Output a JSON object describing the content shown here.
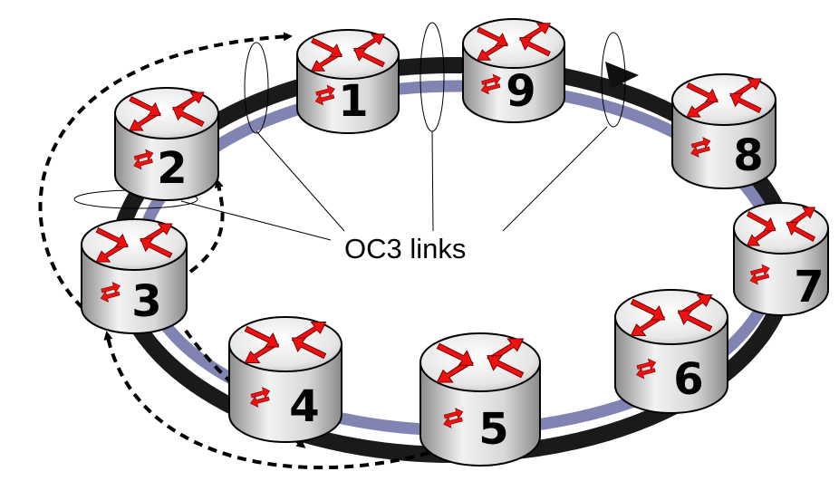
{
  "callout": {
    "label": "OC3 links"
  },
  "routers": [
    {
      "id": "1",
      "label": "1"
    },
    {
      "id": "2",
      "label": "2"
    },
    {
      "id": "3",
      "label": "3"
    },
    {
      "id": "4",
      "label": "4"
    },
    {
      "id": "5",
      "label": "5"
    },
    {
      "id": "6",
      "label": "6"
    },
    {
      "id": "7",
      "label": "7"
    },
    {
      "id": "8",
      "label": "8"
    },
    {
      "id": "9",
      "label": "9"
    }
  ],
  "rings": [
    {
      "name": "outer-ring",
      "color": "#1a1a1a"
    },
    {
      "name": "inner-ring",
      "color": "#6b6ea6"
    }
  ],
  "colors": {
    "router_arrow": "#ee1111",
    "router_body_light": "#f4f4f4",
    "router_body_dark": "#9a9a9a",
    "dashed_path": "#000000"
  },
  "icons": {
    "router": "router-icon",
    "dashed_path": "dashed-arrow-path"
  }
}
